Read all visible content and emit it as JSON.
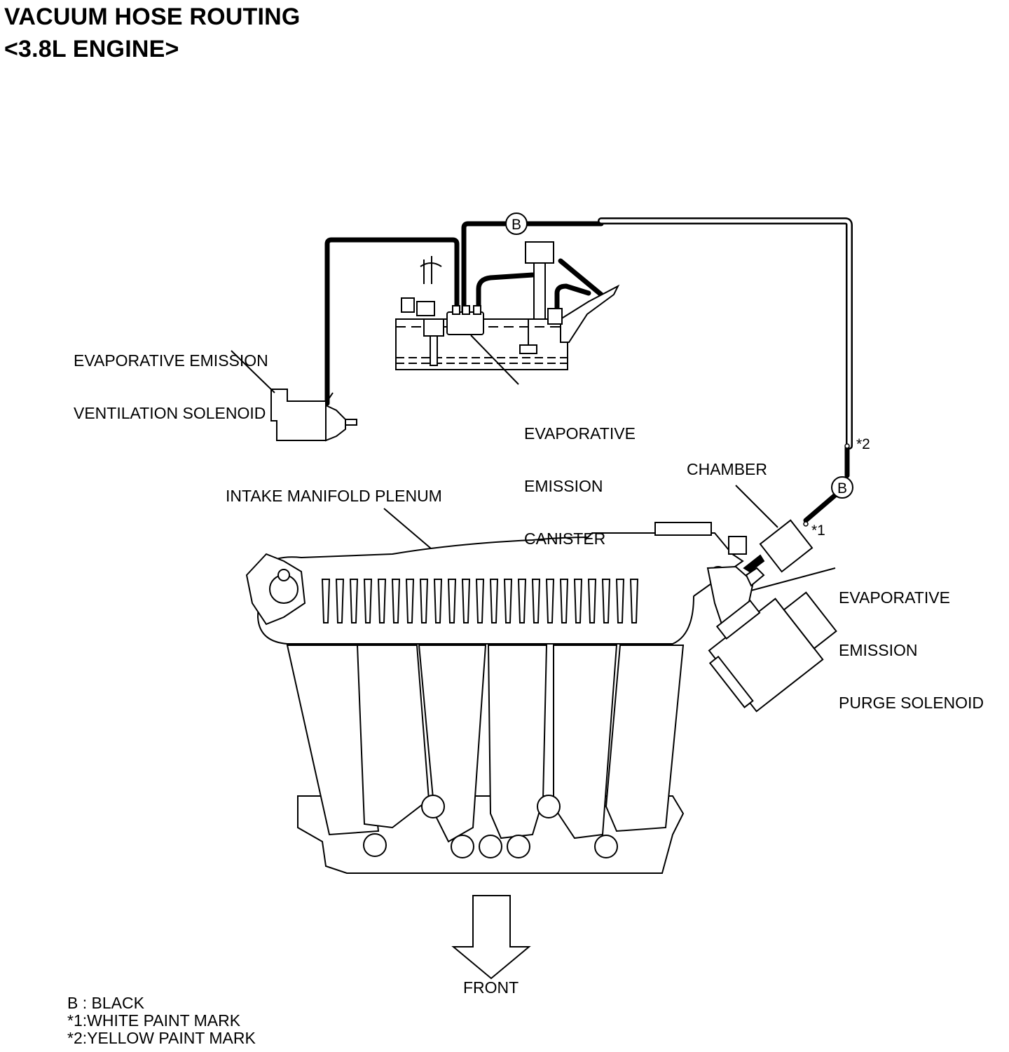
{
  "title": {
    "line1": "VACUUM HOSE ROUTING",
    "line2": "<3.8L ENGINE>"
  },
  "labels": {
    "ventilation_solenoid": [
      "EVAPORATIVE EMISSION",
      "VENTILATION SOLENOID"
    ],
    "canister": [
      "EVAPORATIVE",
      "EMISSION",
      "CANISTER"
    ],
    "chamber": "CHAMBER",
    "intake_plenum": "INTAKE MANIFOLD PLENUM",
    "purge_solenoid": [
      "EVAPORATIVE",
      "EMISSION",
      "PURGE SOLENOID"
    ],
    "front": "FRONT"
  },
  "markers": {
    "hose_color_top": "B",
    "hose_color_right": "B",
    "paint_mark_1": "*1",
    "paint_mark_2": "*2"
  },
  "legend": [
    "B : BLACK",
    "*1:WHITE PAINT MARK",
    "*2:YELLOW PAINT MARK"
  ],
  "colors": {
    "line": "#000000",
    "background": "#ffffff"
  }
}
